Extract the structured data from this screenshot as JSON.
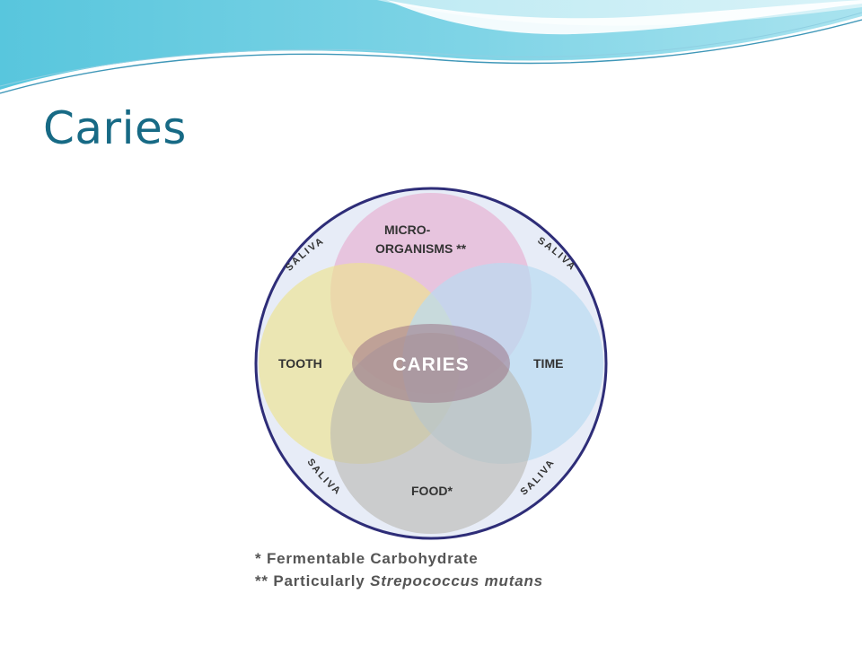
{
  "slide": {
    "title": "Caries",
    "accent_color": "#176a85"
  },
  "diagram": {
    "center_label": "CARIES",
    "sets": {
      "microorganisms": {
        "label_line1": "MICRO-",
        "label_line2": "ORGANISMS **",
        "color": "#e7b7d6"
      },
      "tooth": {
        "label": "TOOTH",
        "color": "#ede38f"
      },
      "time": {
        "label": "TIME",
        "color": "#b9dcf1"
      },
      "food": {
        "label": "FOOD*",
        "color": "#b9b7b0"
      }
    },
    "ring": {
      "label": "SALIVA",
      "color": "#e7ecf7",
      "border_color": "#2e2d78"
    }
  },
  "footnotes": {
    "line1": "* Fermentable Carbohydrate",
    "line2_prefix": "** Particularly ",
    "line2_species": "Strepococcus mutans"
  }
}
